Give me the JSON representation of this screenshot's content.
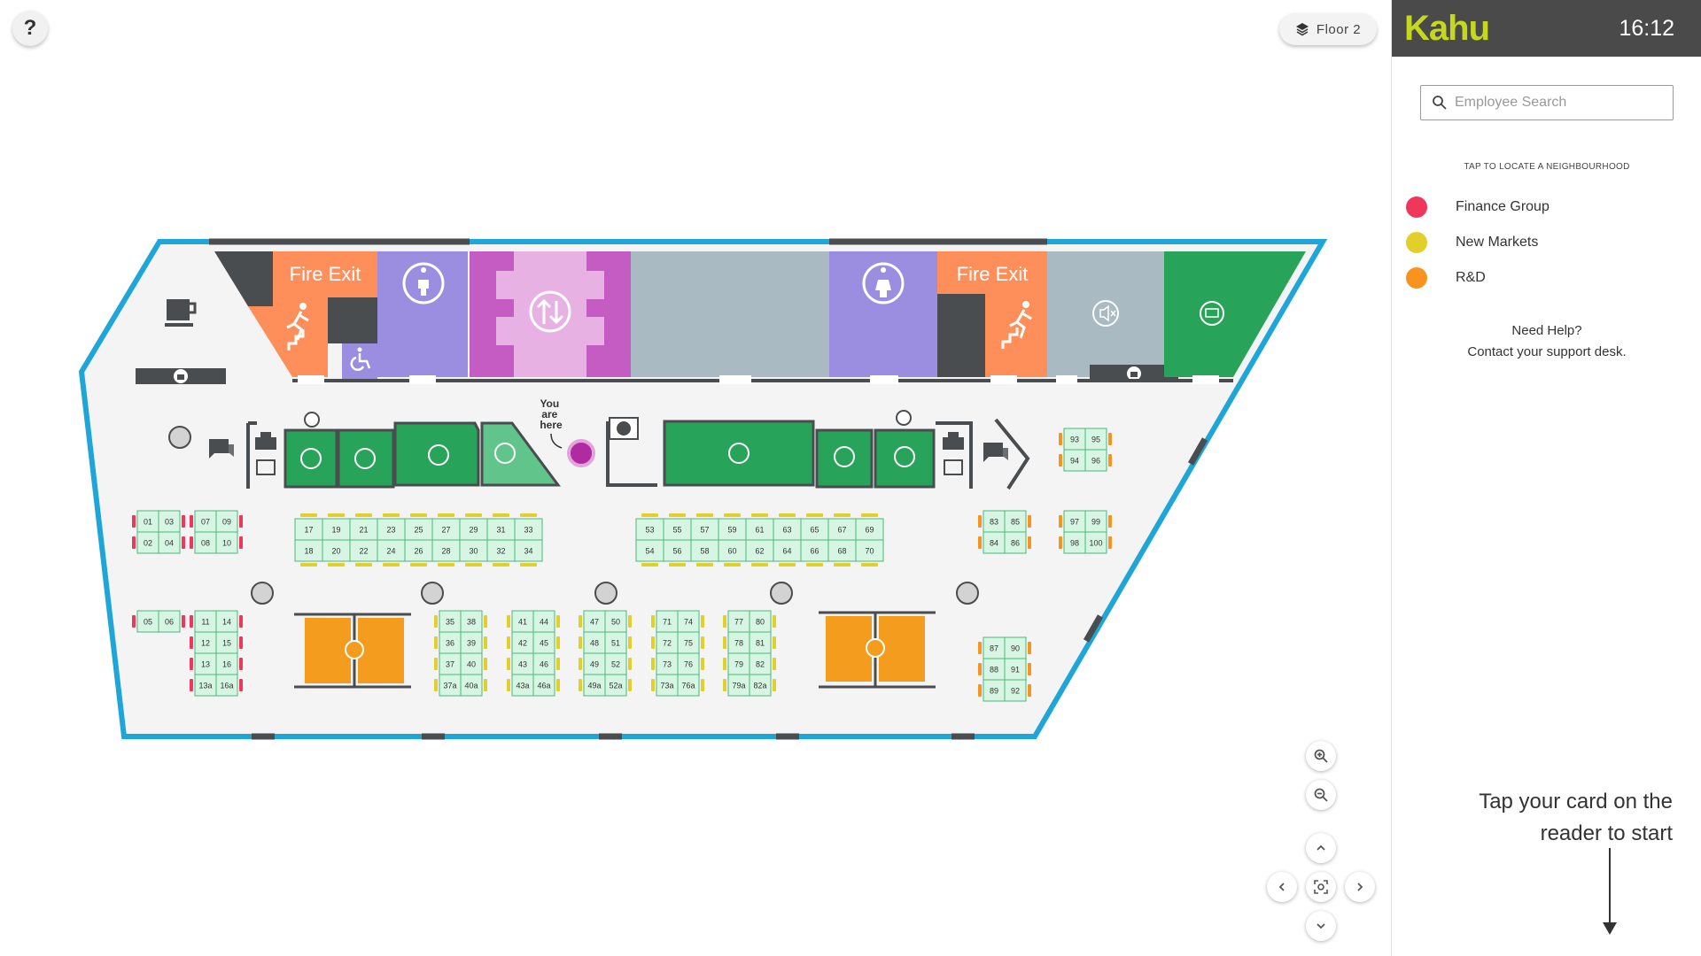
{
  "app": {
    "brand": "Kahu",
    "time": "16:12"
  },
  "toolbar": {
    "help_label": "?",
    "floor_label": "Floor 2"
  },
  "search": {
    "placeholder": "Employee Search"
  },
  "sidebar": {
    "tap_hint": "TAP TO LOCATE A NEIGHBOURHOOD",
    "neighbourhoods": [
      {
        "label": "Finance Group",
        "color": "#f0365a"
      },
      {
        "label": "New Markets",
        "color": "#e2cf2b"
      },
      {
        "label": "R&D",
        "color": "#f7931e"
      }
    ],
    "help_line1": "Need Help?",
    "help_line2": "Contact your support desk.",
    "card_line1": "Tap your card on the",
    "card_line2": "reader to start"
  },
  "map": {
    "fire_exit_label": "Fire Exit",
    "you_are_here": [
      "You",
      "are",
      "here"
    ],
    "colors": {
      "wall": "#1ea6d8",
      "fire_exit": "#ff8f5a",
      "toilet": "#9b8ee0",
      "lift": "#c45cc4",
      "lift_inner": "#e7b1e4",
      "grey_room": "#a9bac2",
      "meeting_room": "#27a35a",
      "quiet_room": "#f39c1d",
      "desk": "#d6f5e2",
      "desk_border": "#4cb97b",
      "finance": "#f0365a",
      "newmarkets": "#e2cf2b",
      "rnd": "#f7931e",
      "you_here": "#b02aa0",
      "dark": "#4a4d4f"
    },
    "desk_groups": [
      {
        "top": [
          "01",
          "03"
        ],
        "bottom": [
          "02",
          "04"
        ],
        "color": "finance"
      },
      {
        "top": [
          "07",
          "09"
        ],
        "bottom": [
          "08",
          "10"
        ],
        "color": "finance"
      },
      {
        "top": [
          "17",
          "19",
          "21",
          "23",
          "25",
          "27",
          "29",
          "31",
          "33"
        ],
        "bottom": [
          "18",
          "20",
          "22",
          "24",
          "26",
          "28",
          "30",
          "32",
          "34"
        ],
        "color": "newmarkets"
      },
      {
        "top": [
          "53",
          "55",
          "57",
          "59",
          "61",
          "63",
          "65",
          "67",
          "69"
        ],
        "bottom": [
          "54",
          "56",
          "58",
          "60",
          "62",
          "64",
          "66",
          "68",
          "70"
        ],
        "color": "newmarkets"
      },
      {
        "top": [
          "83",
          "85"
        ],
        "bottom": [
          "84",
          "86"
        ],
        "color": "rnd"
      },
      {
        "top": [
          "93",
          "95"
        ],
        "bottom": [
          "94",
          "96"
        ],
        "color": "rnd"
      },
      {
        "top": [
          "97",
          "99"
        ],
        "bottom": [
          "98",
          "100"
        ],
        "color": "rnd"
      },
      {
        "top": [
          "05",
          "06"
        ],
        "bottom": [],
        "color": "finance"
      },
      {
        "cols": [
          [
            "11",
            "12",
            "13",
            "13a"
          ],
          [
            "14",
            "15",
            "16",
            "16a"
          ]
        ],
        "color": "finance"
      },
      {
        "cols": [
          [
            "35",
            "36",
            "37",
            "37a"
          ],
          [
            "38",
            "39",
            "40",
            "40a"
          ]
        ],
        "color": "newmarkets"
      },
      {
        "cols": [
          [
            "41",
            "42",
            "43",
            "43a"
          ],
          [
            "44",
            "45",
            "46",
            "46a"
          ]
        ],
        "color": "newmarkets"
      },
      {
        "cols": [
          [
            "47",
            "48",
            "49",
            "49a"
          ],
          [
            "50",
            "51",
            "52",
            "52a"
          ]
        ],
        "color": "newmarkets"
      },
      {
        "cols": [
          [
            "71",
            "72",
            "73",
            "73a"
          ],
          [
            "74",
            "75",
            "76",
            "76a"
          ]
        ],
        "color": "newmarkets"
      },
      {
        "cols": [
          [
            "77",
            "78",
            "79",
            "79a"
          ],
          [
            "80",
            "81",
            "82",
            "82a"
          ]
        ],
        "color": "newmarkets"
      },
      {
        "cols": [
          [
            "87",
            "88",
            "89"
          ],
          [
            "90",
            "91",
            "92"
          ]
        ],
        "color": "rnd"
      }
    ]
  }
}
